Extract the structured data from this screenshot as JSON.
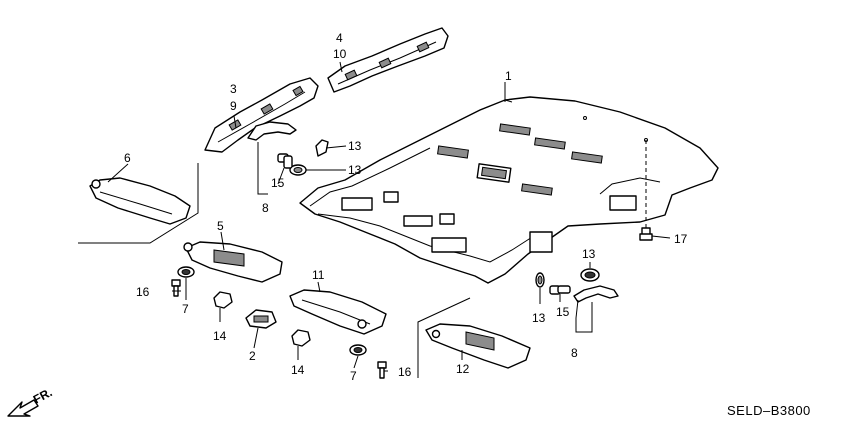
{
  "diagram_code": "SELD–B3800",
  "direction_label": "FR.",
  "callouts": {
    "c1": "1",
    "c2": "2",
    "c3": "3",
    "c4": "4",
    "c5": "5",
    "c6": "6",
    "c7a": "7",
    "c7b": "7",
    "c8a": "8",
    "c8b": "8",
    "c9": "9",
    "c10": "10",
    "c11": "11",
    "c12": "12",
    "c13a": "13",
    "c13b": "13",
    "c13c": "13",
    "c13d": "13",
    "c14a": "14",
    "c14b": "14",
    "c15a": "15",
    "c15b": "15",
    "c16a": "16",
    "c16b": "16",
    "c17": "17"
  }
}
